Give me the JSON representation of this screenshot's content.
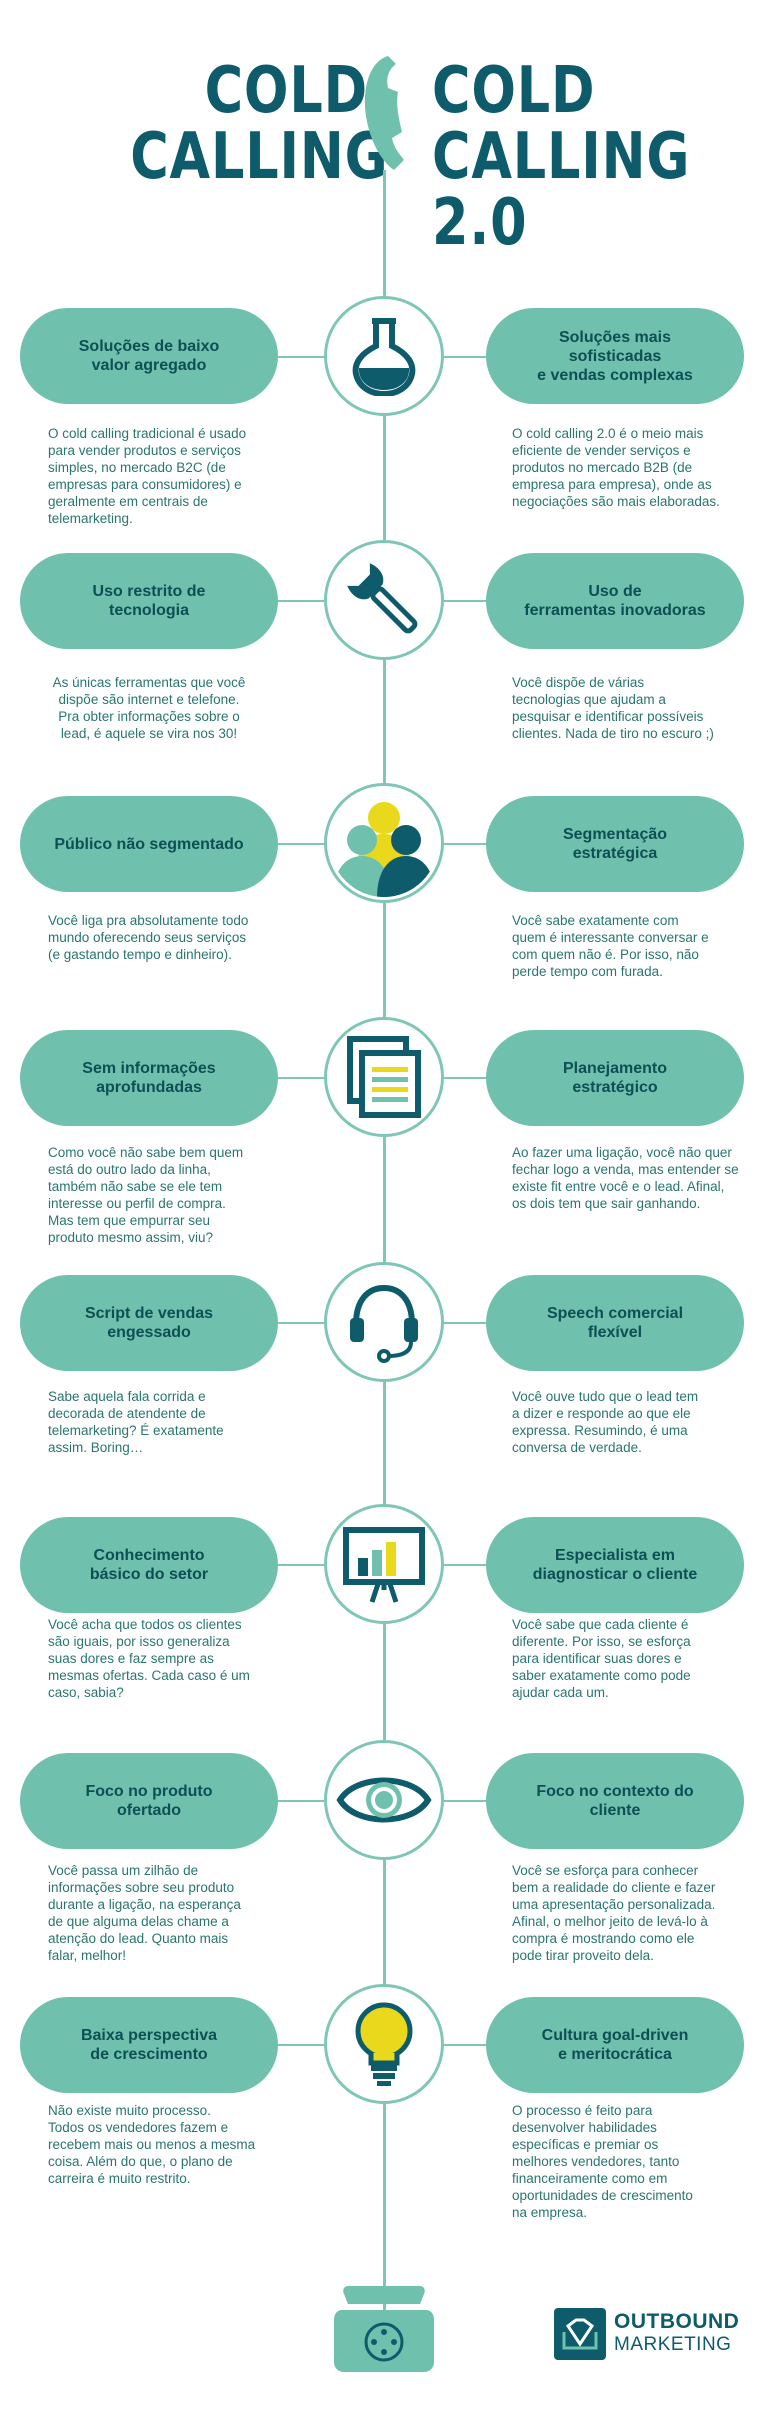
{
  "header": {
    "left_title": "COLD\nCALLING",
    "right_title": "COLD\nCALLING 2.0"
  },
  "rows": [
    {
      "icon": "flask-icon",
      "left_label": "Soluções de baixo\nvalor agregado",
      "right_label": "Soluções mais sofisticadas\ne vendas complexas",
      "left_text": "O cold calling tradicional é usado\npara vender produtos e serviços\nsimples, no mercado B2C (de\nempresas para consumidores) e\ngeralmente em centrais de\ntelemarketing.",
      "right_text": "O cold calling 2.0 é o meio mais\neficiente de vender serviços e\nprodutos no mercado B2B (de\nempresa para empresa), onde as\nnegociações são mais elaboradas."
    },
    {
      "icon": "wrench-icon",
      "left_label": "Uso restrito de tecnologia",
      "right_label": "Uso de\nferramentas inovadoras",
      "left_text": "As únicas ferramentas que você\ndispõe são internet e telefone.\nPra obter informações sobre o\nlead, é aquele se vira nos 30!",
      "right_text": "Você dispõe de várias\ntecnologias que ajudam a\npesquisar e identificar possíveis\nclientes. Nada de tiro no escuro ;)"
    },
    {
      "icon": "people-icon",
      "left_label": "Público não segmentado",
      "right_label": "Segmentação estratégica",
      "left_text": "Você liga pra absolutamente todo\nmundo oferecendo seus serviços\n(e gastando tempo e dinheiro).",
      "right_text": "Você sabe exatamente com\nquem é interessante conversar e\ncom quem não é. Por isso, não\nperde tempo com furada."
    },
    {
      "icon": "documents-icon",
      "left_label": "Sem informações\naprofundadas",
      "right_label": "Planejamento estratégico",
      "left_text": "Como você não sabe bem quem\nestá do outro lado da linha,\ntambém não sabe se ele tem\ninteresse ou perfil de compra.\nMas tem que empurrar seu\nproduto mesmo assim, viu?",
      "right_text": "Ao fazer uma ligação, você não quer\nfechar logo a venda, mas entender se\nexiste fit entre você e o lead. Afinal,\nos dois tem que sair ganhando."
    },
    {
      "icon": "headset-icon",
      "left_label": "Script de vendas engessado",
      "right_label": "Speech comercial flexível",
      "left_text": "Sabe aquela fala corrida e\ndecorada de atendente de\ntelemarketing? É exatamente\nassim. Boring…",
      "right_text": "Você ouve tudo que o lead tem\na dizer e responde ao que ele\nexpressa. Resumindo, é uma\nconversa de verdade."
    },
    {
      "icon": "presentation-board-icon",
      "left_label": "Conhecimento\nbásico do setor",
      "right_label": "Especialista em\ndiagnosticar o cliente",
      "left_text": "Você acha que todos os clientes\nsão iguais, por isso generaliza\nsuas dores e faz sempre as\nmesmas ofertas. Cada caso é um\ncaso, sabia?",
      "right_text": "Você sabe que cada cliente é\ndiferente. Por isso, se esforça\npara identificar suas dores e\nsaber exatamente como pode\najudar cada um."
    },
    {
      "icon": "eye-icon",
      "left_label": "Foco no produto ofertado",
      "right_label": "Foco no contexto do cliente",
      "left_text": "Você passa um zilhão de\ninformações sobre seu produto\ndurante a ligação, na esperança\nde que alguma delas chame a\natenção do lead. Quanto mais\nfalar, melhor!",
      "right_text": "Você se esforça para conhecer\nbem a realidade do cliente e fazer\numa apresentação personalizada.\nAfinal, o melhor jeito de levá-lo à\ncompra é mostrando como ele\npode tirar proveito dela."
    },
    {
      "icon": "lightbulb-icon",
      "left_label": "Baixa perspectiva\nde crescimento",
      "right_label": "Cultura goal-driven\ne meritocrática",
      "left_text": "Não existe muito processo.\nTodos os vendedores fazem e\nrecebem mais ou menos a mesma\ncoisa. Além do que, o plano de\ncarreira é muito restrito.",
      "right_text": "O processo é feito para\ndesenvolver habilidades\nespecíficas e premiar os\nmelhores vendedores, tanto\nfinanceiramente como em\noportunidades de crescimento\nna empresa."
    }
  ],
  "footer": {
    "brand_line1": "OUTBOUND",
    "brand_line2": "MARKETING"
  },
  "colors": {
    "teal_dark": "#0e5b6b",
    "teal_pill": "#6fc1ad",
    "line": "#7fc6b6",
    "yellow": "#e9d81c"
  }
}
